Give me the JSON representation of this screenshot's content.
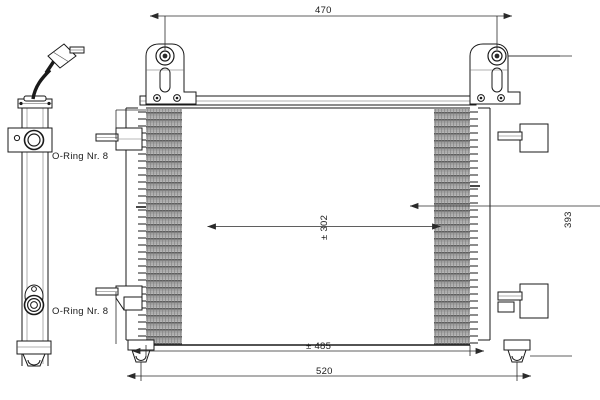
{
  "drawing": {
    "type": "technical-drawing",
    "subject": "air-conditioning condenser",
    "view": "front elevation with side profile"
  },
  "dimensions": {
    "top_width": "470",
    "bottom_width_core": "± 485",
    "bottom_width_overall": "520",
    "left_height": "± 302",
    "right_height": "393"
  },
  "annotations": {
    "oring_top": "O-Ring Nr. 8",
    "oring_bottom": "O-Ring Nr. 8"
  },
  "colors": {
    "line": "#1a1a1a",
    "dim_line": "#3a3a3a",
    "fin_dark": "#6e6e6e",
    "fin_mid": "#8c8c8c",
    "fin_light": "#c9c9c9",
    "background": "#ffffff"
  },
  "icons": {
    "arrow_left": "dimension-arrow-left",
    "arrow_right": "dimension-arrow-right",
    "arrow_up": "dimension-arrow-up",
    "arrow_down": "dimension-arrow-down"
  }
}
